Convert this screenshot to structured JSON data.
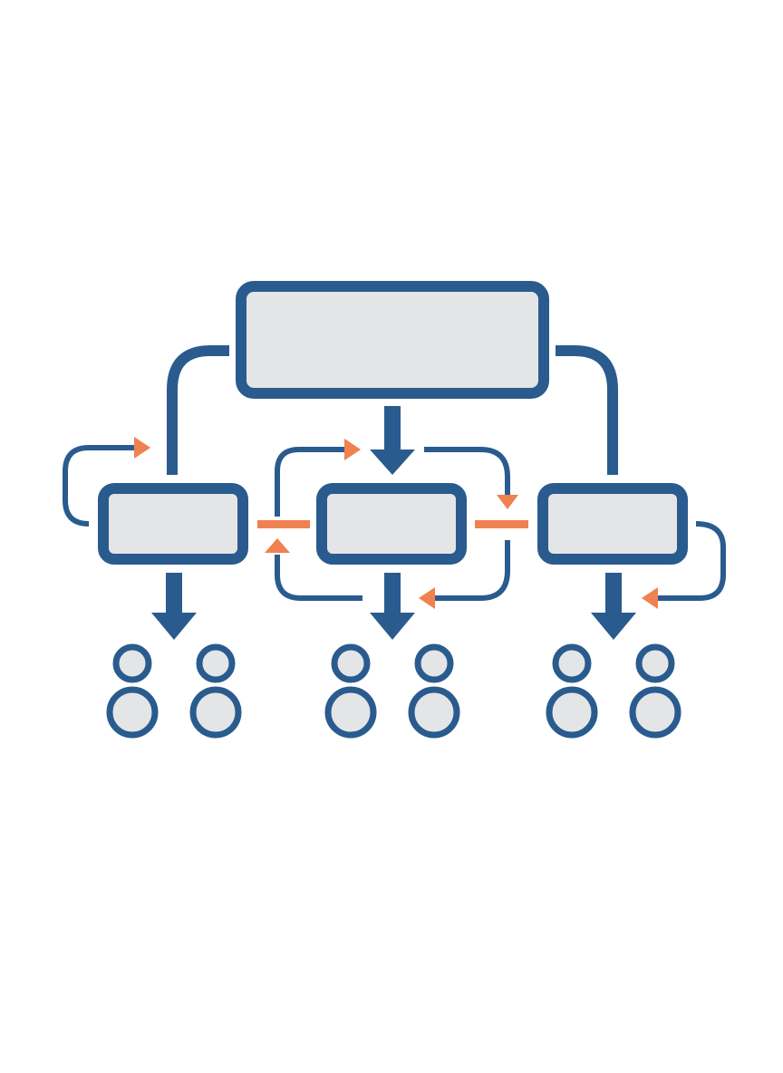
{
  "colors": {
    "primary": "#2a5b8e",
    "accent": "#f08150",
    "fill": "#e4e5e7",
    "background": "#ffffff"
  },
  "diagram": {
    "root": {
      "label": ""
    },
    "nodes": [
      {
        "id": "left",
        "label": ""
      },
      {
        "id": "center",
        "label": ""
      },
      {
        "id": "right",
        "label": ""
      }
    ],
    "groups": [
      {
        "node": "left",
        "members": 2
      },
      {
        "node": "center",
        "members": 2
      },
      {
        "node": "right",
        "members": 2
      }
    ],
    "links": [
      {
        "from": "left",
        "to": "center",
        "style": "accent"
      },
      {
        "from": "center",
        "to": "right",
        "style": "accent"
      }
    ]
  }
}
